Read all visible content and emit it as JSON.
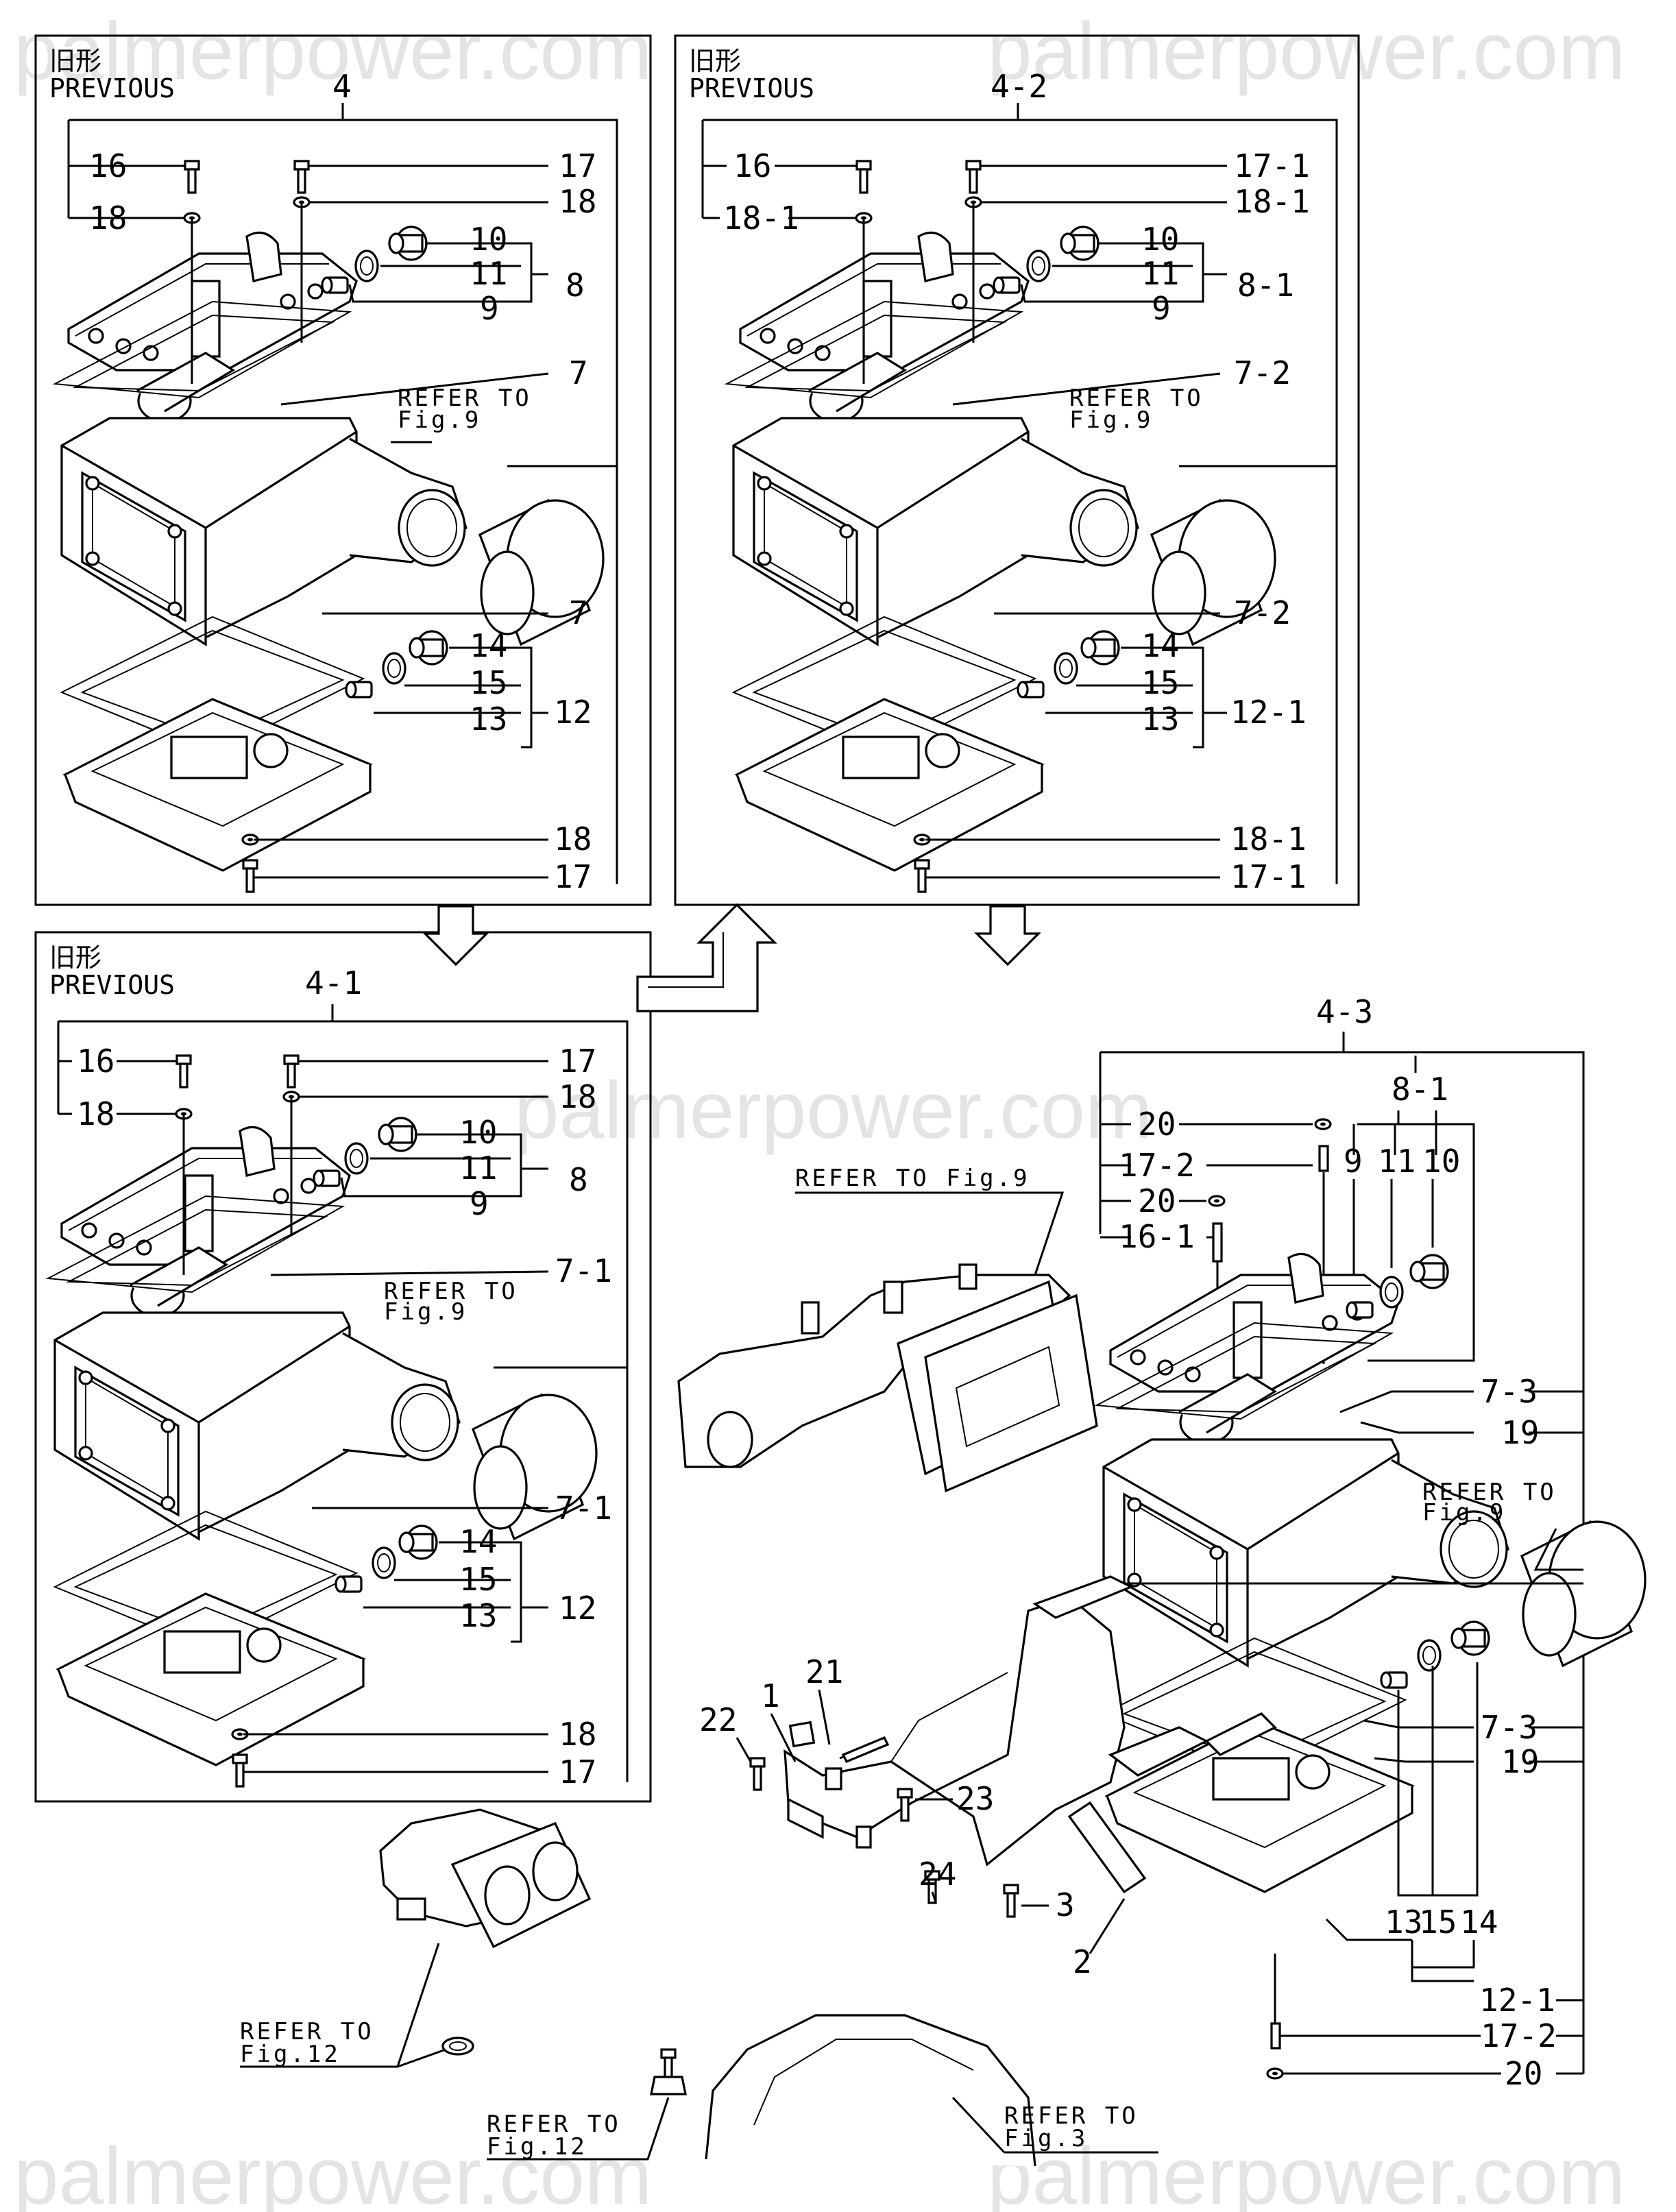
{
  "watermarks": [
    "palmerpower.com",
    "palmerpower.com",
    "palmerpower.com",
    "palmerpower.com",
    "palmerpower.com"
  ],
  "panel_tl": {
    "header_jp": "旧形",
    "header_en": "PREVIOUS",
    "assembly": "4",
    "labels": [
      "16",
      "18",
      "17",
      "18",
      "10",
      "11",
      "9",
      "8",
      "7",
      "7",
      "14",
      "15",
      "13",
      "12",
      "18",
      "17"
    ],
    "refer": [
      "REFER  TO",
      "Fig.9"
    ]
  },
  "panel_tr": {
    "header_jp": "旧形",
    "header_en": "PREVIOUS",
    "assembly": "4-2",
    "labels": [
      "16",
      "18-1",
      "17-1",
      "18-1",
      "10",
      "11",
      "9",
      "8-1",
      "7-2",
      "7-2",
      "14",
      "15",
      "13",
      "12-1",
      "18-1",
      "17-1"
    ],
    "refer": [
      "REFER  TO",
      "Fig.9"
    ]
  },
  "panel_bl": {
    "header_jp": "旧形",
    "header_en": "PREVIOUS",
    "assembly": "4-1",
    "labels": [
      "16",
      "18",
      "17",
      "18",
      "10",
      "11",
      "9",
      "8",
      "7-1",
      "7-1",
      "14",
      "15",
      "13",
      "12",
      "18",
      "17"
    ],
    "refer": [
      "REFER  TO",
      "Fig.9"
    ]
  },
  "main": {
    "assembly": "4-3",
    "sub": "8-1",
    "top_labels": [
      "20",
      "17-2",
      "20",
      "16-1"
    ],
    "group_8_1": [
      "9",
      "11",
      "10"
    ],
    "right_labels": [
      "7-3",
      "19",
      "7-3",
      "19",
      "12-1",
      "17-2",
      "20"
    ],
    "bottom_group": [
      "13",
      "15",
      "14"
    ],
    "bracket_labels": [
      "21",
      "22",
      "1",
      "23",
      "24",
      "3",
      "2"
    ],
    "refer_fig9_top": "REFER TO Fig.9",
    "refer_fig9_right": [
      "REFER  TO",
      "Fig.9"
    ],
    "refer_fig12_a": [
      "REFER  TO",
      "Fig.12"
    ],
    "refer_fig12_b": [
      "REFER  TO",
      "Fig.12"
    ],
    "refer_fig3": [
      "REFER  TO",
      "Fig.3"
    ]
  }
}
